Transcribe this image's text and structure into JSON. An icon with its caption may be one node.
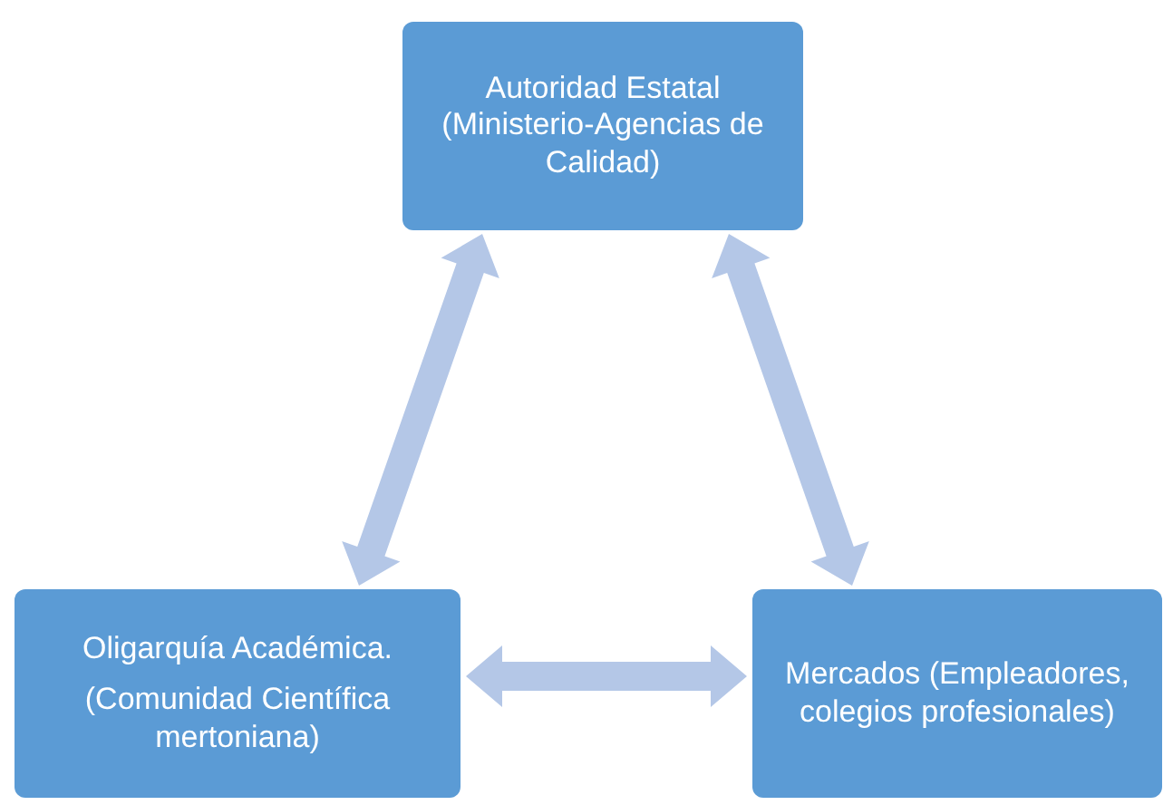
{
  "diagram": {
    "nodes": [
      {
        "text": [
          "Autoridad Estatal (Ministerio-Agencias de Calidad)"
        ]
      },
      {
        "text": [
          "Oligarquía Académica.",
          "(Comunidad Científica mertoniana)"
        ]
      },
      {
        "text": [
          "Mercados (Empleadores, colegios profesionales)"
        ]
      }
    ],
    "edges": [
      {
        "from": 1,
        "to": 0,
        "arrow": "both"
      },
      {
        "from": 0,
        "to": 2,
        "arrow": "both"
      },
      {
        "from": 1,
        "to": 2,
        "arrow": "both"
      }
    ]
  }
}
